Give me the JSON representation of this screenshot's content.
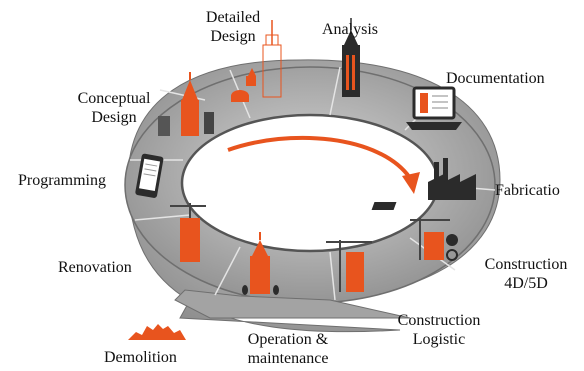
{
  "stages": [
    {
      "id": "detailed-design",
      "lines": [
        "Detailed",
        "Design"
      ]
    },
    {
      "id": "analysis",
      "lines": [
        "Analysis"
      ]
    },
    {
      "id": "documentation",
      "lines": [
        "Documentation"
      ]
    },
    {
      "id": "conceptual-design",
      "lines": [
        "Conceptual",
        "Design"
      ]
    },
    {
      "id": "programming",
      "lines": [
        "Programming"
      ]
    },
    {
      "id": "fabrication",
      "lines": [
        "Fabricatio"
      ]
    },
    {
      "id": "construction-4d5d",
      "lines": [
        "Construction",
        "4D/5D"
      ]
    },
    {
      "id": "renovation",
      "lines": [
        "Renovation"
      ]
    },
    {
      "id": "construction-logistic",
      "lines": [
        "Construction",
        "Logistic"
      ]
    },
    {
      "id": "operation-maintenance",
      "lines": [
        "Operation &",
        "maintenance"
      ]
    },
    {
      "id": "demolition",
      "lines": [
        "Demolition"
      ]
    }
  ],
  "colors": {
    "ring": "#9a9a9a",
    "ring_light": "#c2c2c2",
    "ring_edge": "#6f6f6f",
    "accent": "#e8541e",
    "dark": "#2b2b2b"
  },
  "icons": [
    "tower-icon",
    "laptop-icon",
    "factory-icon",
    "crane-icon",
    "smartphone-icon",
    "building-icon",
    "rubble-icon",
    "cycle-arrow-icon"
  ]
}
